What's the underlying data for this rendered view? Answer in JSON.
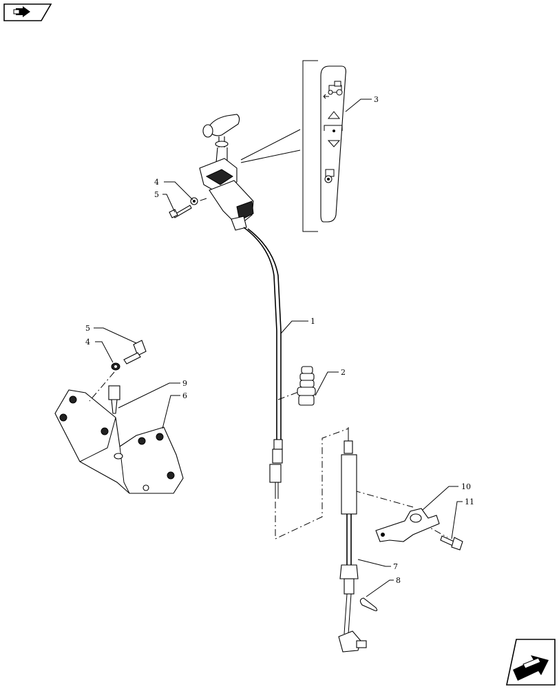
{
  "nav": {
    "prev_icon": "arrow-back-icon",
    "next_icon": "arrow-forward-icon"
  },
  "callouts": {
    "c1": "1",
    "c2": "2",
    "c3": "3",
    "c4a": "4",
    "c5a": "5",
    "c5b": "5",
    "c4b": "4",
    "c9": "9",
    "c6": "6",
    "c10": "10",
    "c11": "11",
    "c7": "7",
    "c8": "8"
  },
  "decal_symbols": {
    "top": "tractor-icon",
    "up": "triangle-up-icon",
    "neutral": "bracket-dot-icon",
    "down": "triangle-down-icon",
    "bottom": "lock-icon"
  }
}
